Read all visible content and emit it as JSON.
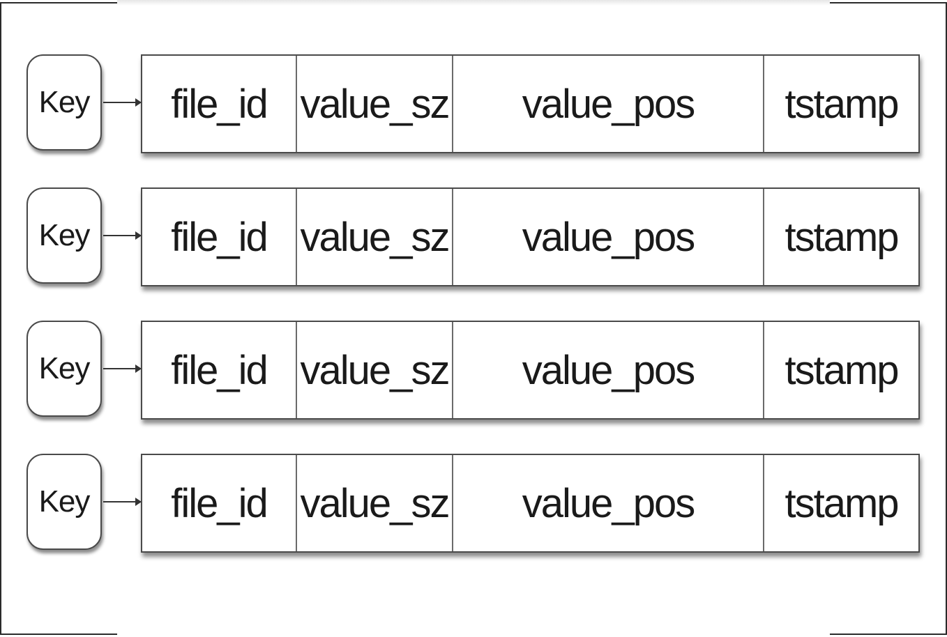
{
  "entries": [
    {
      "key": "Key",
      "fields": [
        "file_id",
        "value_sz",
        "value_pos",
        "tstamp"
      ]
    },
    {
      "key": "Key",
      "fields": [
        "file_id",
        "value_sz",
        "value_pos",
        "tstamp"
      ]
    },
    {
      "key": "Key",
      "fields": [
        "file_id",
        "value_sz",
        "value_pos",
        "tstamp"
      ]
    },
    {
      "key": "Key",
      "fields": [
        "file_id",
        "value_sz",
        "value_pos",
        "tstamp"
      ]
    }
  ]
}
